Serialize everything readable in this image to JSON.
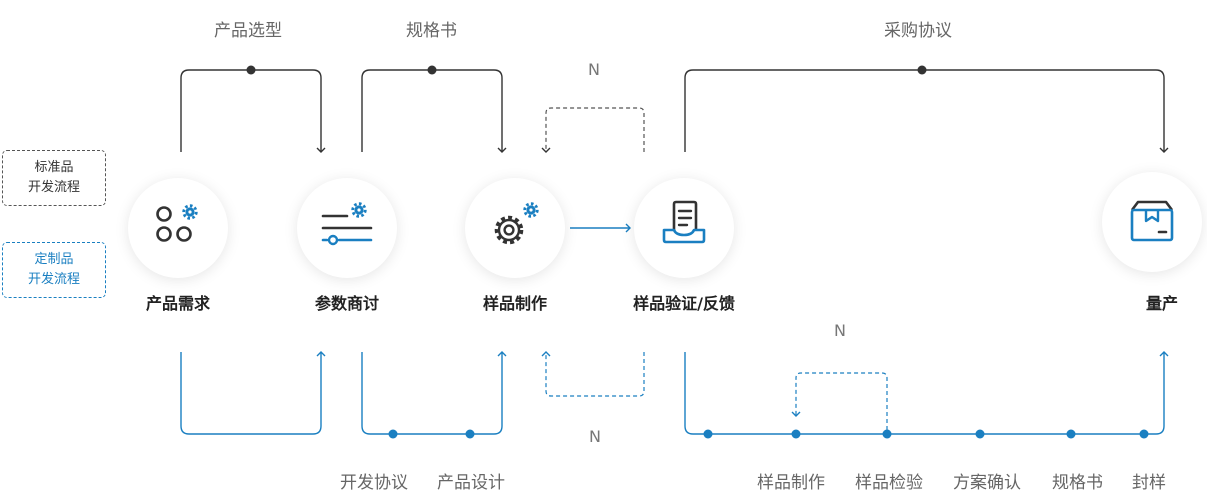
{
  "legend": {
    "standard_line1": "标准品",
    "standard_line2": "开发流程",
    "custom_line1": "定制品",
    "custom_line2": "开发流程"
  },
  "nodes": [
    {
      "label": "产品需求",
      "icon": "apps-gear-icon"
    },
    {
      "label": "参数商讨",
      "icon": "sliders-gear-icon"
    },
    {
      "label": "样品制作",
      "icon": "gears-icon"
    },
    {
      "label": "样品验证/反馈",
      "icon": "document-tray-icon"
    },
    {
      "label": "量产",
      "icon": "package-box-icon"
    }
  ],
  "standard_flow": {
    "step1": "产品选型",
    "step2": "规格书",
    "loop": "N",
    "step3": "采购协议"
  },
  "custom_flow": {
    "steps_a": [
      "开发协议",
      "产品设计"
    ],
    "loop": "N",
    "loop_right": "N",
    "steps_b": [
      "样品制作",
      "样品检验",
      "方案确认",
      "规格书",
      "封样"
    ]
  },
  "colors": {
    "standard": "#333333",
    "custom": "#1a7fc1",
    "accent": "#1a7fc1"
  }
}
